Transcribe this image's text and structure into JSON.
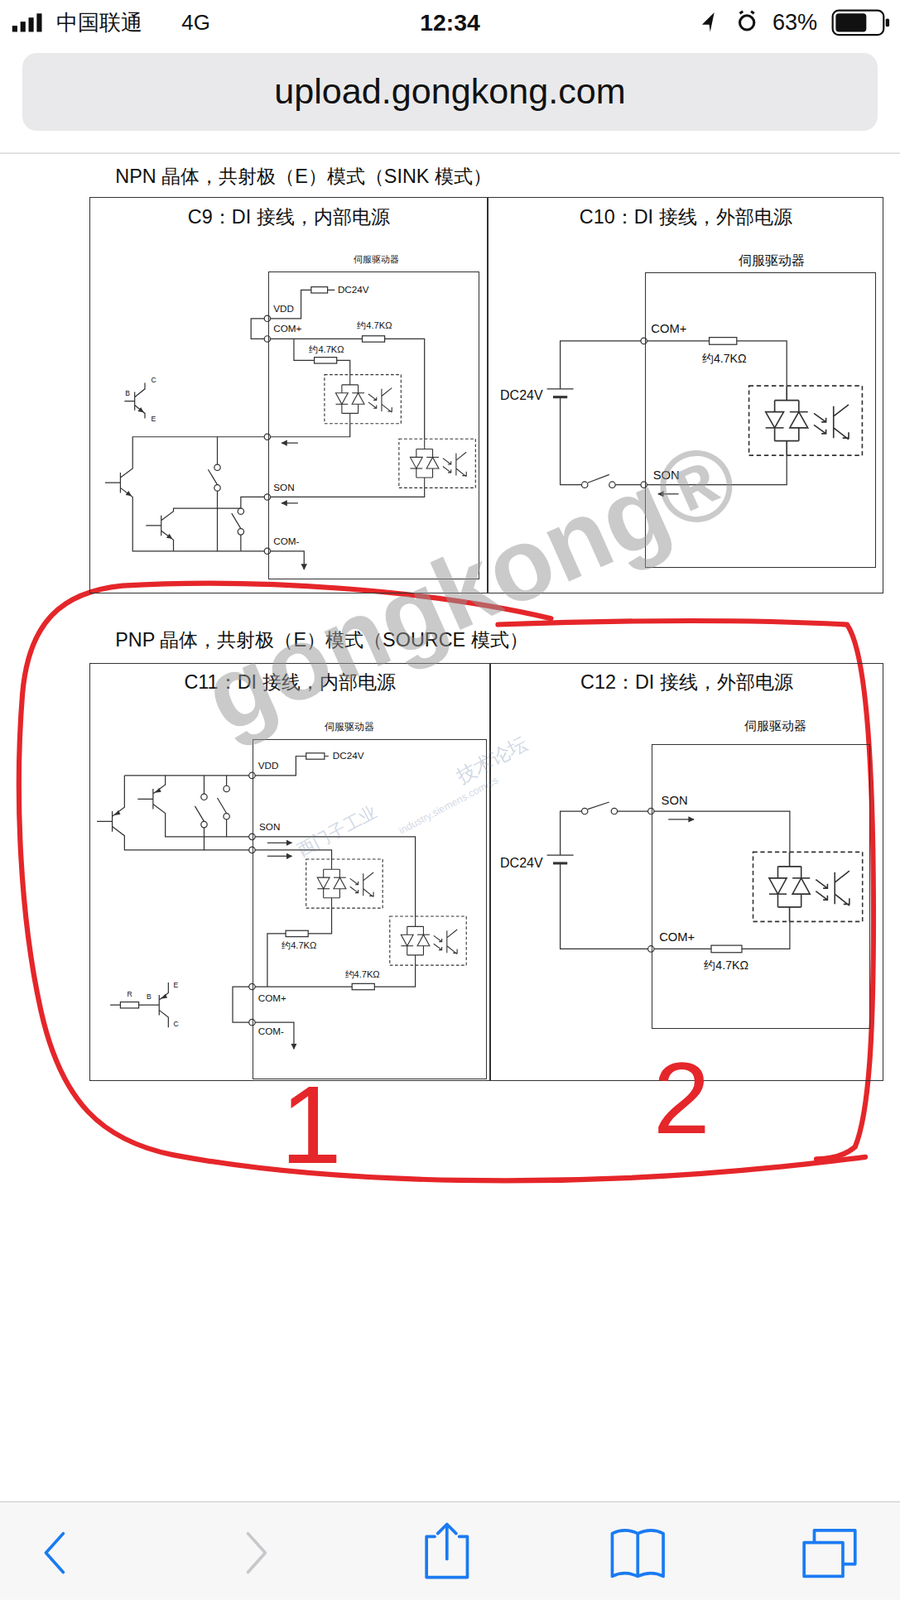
{
  "diagram": {
    "nodes": [
      {
        "text": [
          "upload.gongkong.com"
        ]
      },
      {
        "text": [
          "C9：DI 接线，内部电源"
        ]
      },
      {
        "text": [
          "伺服驱动器"
        ],
        "in": 1
      },
      {
        "text": [
          "C10：DI 接线，外部电源"
        ]
      },
      {
        "text": [
          "伺服驱动器"
        ],
        "in": 3
      },
      {
        "text": [
          "C11：DI 接线，内部电源"
        ]
      },
      {
        "text": [
          "伺服驱动器"
        ],
        "in": 5
      },
      {
        "text": [
          "C12：DI 接线，外部电源"
        ]
      },
      {
        "text": [
          "伺服驱动器"
        ],
        "in": 7
      }
    ],
    "labels": [
      "中国联通",
      "4G",
      "12:34",
      "63%",
      "NPN 晶体，共射极（E）模式（SINK 模式）",
      "VDD",
      "DC24V",
      "COM+",
      "约4.7KΩ",
      "约4.7KΩ",
      "SON",
      "COM-",
      "B",
      "C",
      "E",
      "COM+",
      "约4.7KΩ",
      "DC24V",
      "SON",
      "PNP 晶体，共射极（E）模式（SOURCE 模式）",
      "VDD",
      "DC24V",
      "SON",
      "约4.7KΩ",
      "约4.7KΩ",
      "COM+",
      "COM-",
      "R",
      "B",
      "E",
      "C",
      "SON",
      "DC24V",
      "COM+",
      "约4.7KΩ",
      "1",
      "2",
      "gongkong®",
      "西门子工业",
      "技术论坛",
      "industry.siemens.com/cs"
    ]
  }
}
